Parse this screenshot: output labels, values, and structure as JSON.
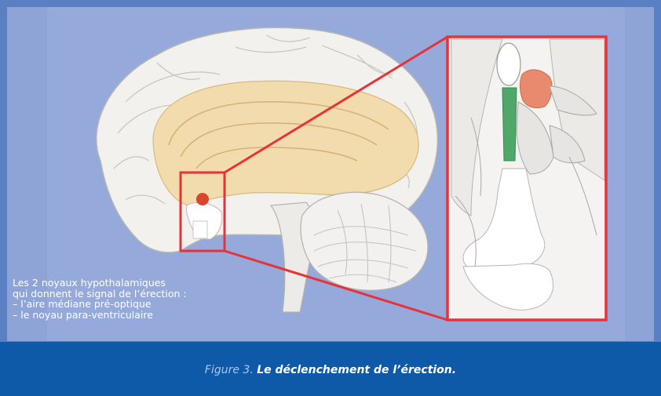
{
  "figure": {
    "number": "Figure 3.",
    "title": "Le déclenchement de l’érection."
  },
  "legend": {
    "line1": "Les 2 noyaux hypothalamiques",
    "line2": "qui donnent le signal de l’érection :",
    "line3": "– l’aire médiane pré-optique",
    "line4": "– le noyau para-ventriculaire"
  },
  "colors": {
    "frame": "#5a7fc2",
    "panel": "#8ea3d6",
    "caption_bar": "#0f5aa8",
    "highlight_box": "#e8323a",
    "nucleus_preoptic": "#e88a6e",
    "nucleus_paraventricular": "#4fa86a",
    "limbic": "#f2dcae"
  }
}
